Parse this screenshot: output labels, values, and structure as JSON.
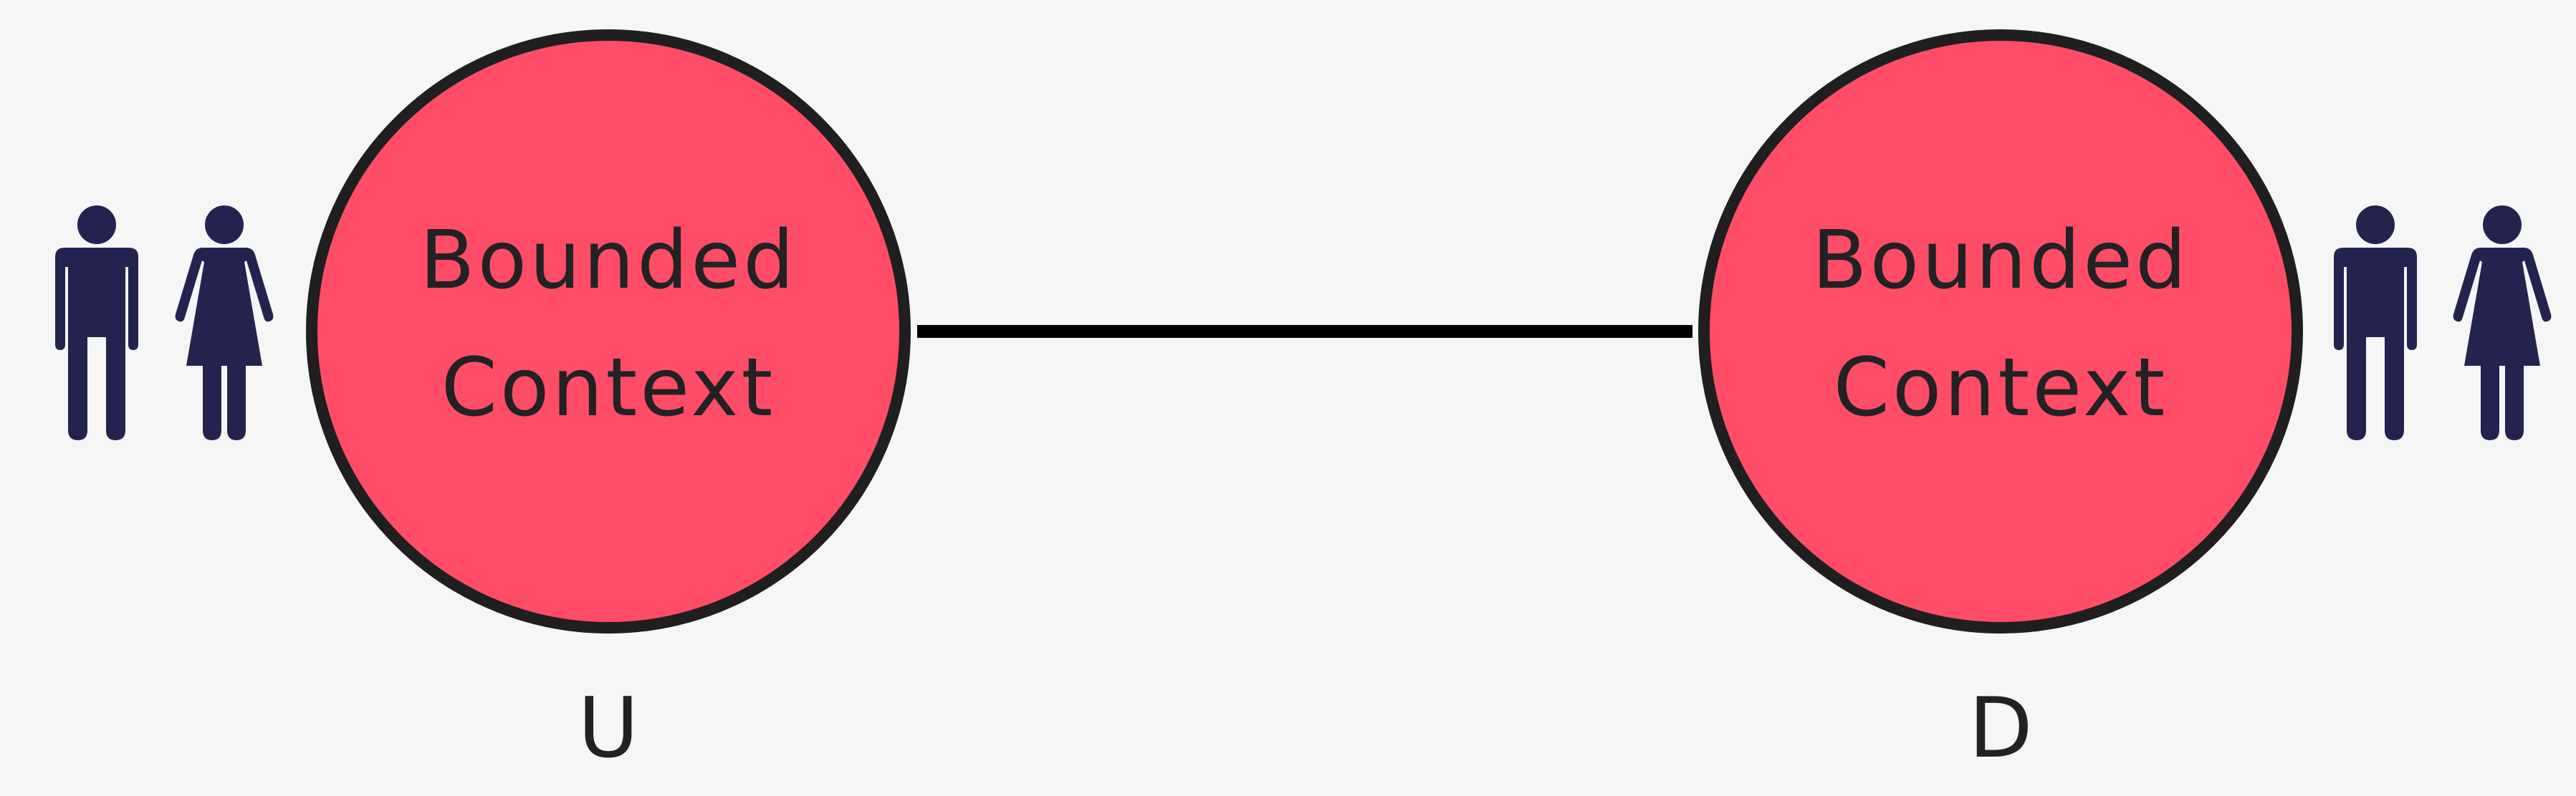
{
  "colors": {
    "background": "#f6f6f6",
    "context_fill": "#ff4d68",
    "context_stroke": "#1f1f1f",
    "connector": "#000000",
    "people": "#24234f",
    "text": "#222222"
  },
  "contexts": {
    "upstream": {
      "label_line1": "Bounded",
      "label_line2": "Context",
      "role": "U",
      "people_icons": [
        "man-icon",
        "woman-icon"
      ]
    },
    "downstream": {
      "label_line1": "Bounded",
      "label_line2": "Context",
      "role": "D",
      "people_icons": [
        "man-icon",
        "woman-icon"
      ]
    }
  },
  "relationship": {
    "type": "upstream-downstream",
    "from": "upstream",
    "to": "downstream"
  }
}
